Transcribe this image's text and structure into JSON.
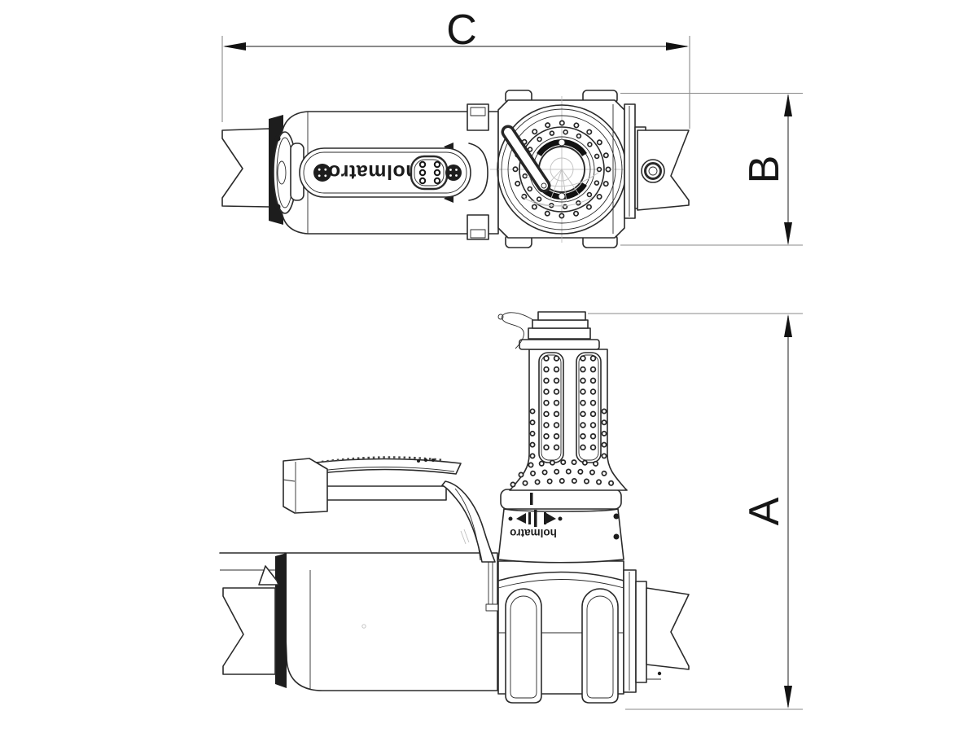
{
  "page": {
    "background": "#ffffff"
  },
  "brand": {
    "top_view_label": "holmatro",
    "side_view_label": "holmatro"
  },
  "dimensions": {
    "a": {
      "label": "A"
    },
    "b": {
      "label": "B"
    },
    "c": {
      "label": "C"
    }
  },
  "colors": {
    "background": "#ffffff",
    "outline": "#2b2b2b",
    "dark_fill": "#1d1d1d",
    "dimension_line": "#444444",
    "extension_line": "#8a8a8a",
    "label_text": "#161616",
    "faint_detail": "#c0c0c0"
  }
}
